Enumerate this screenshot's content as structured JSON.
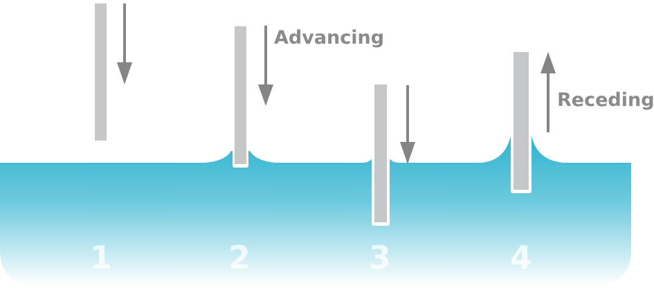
{
  "labels": {
    "advancing": "Advancing",
    "receding": "Receding"
  },
  "stages": [
    "1",
    "2",
    "3",
    "4"
  ],
  "colors": {
    "liquid_top": "#2fb3cf",
    "liquid_bottom": "#ffffff",
    "plate": "#c6c7c9",
    "arrow": "#858587",
    "text": "#8a8a8c"
  }
}
